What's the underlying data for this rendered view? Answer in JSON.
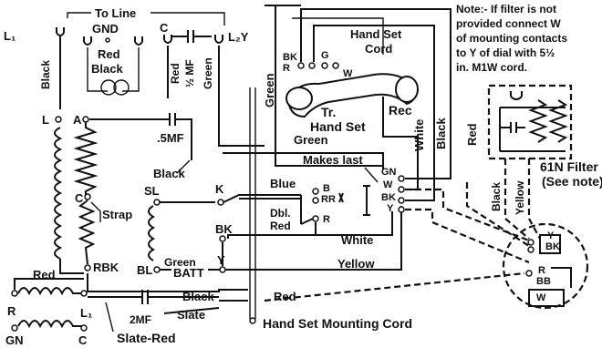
{
  "labels": {
    "to_line": "To Line",
    "gnd": "GND",
    "l1_top": "L₁",
    "l2y": "L₂Y",
    "c_top": "C",
    "red_ringer": "Red",
    "black_ringer": "Black",
    "red_cap": "Red",
    "half_mf": "½ MF",
    "green_cap": "Green",
    "black_left": "Black",
    "l": "L",
    "a": "A",
    "point5mf": ".5MF",
    "black_mid": "Black",
    "c_coil": "C",
    "sl": "SL",
    "strap": "Strap",
    "rbk": "RBK",
    "bl": "BL",
    "green_batt": "Green",
    "batt": "BATT",
    "y_batt": "Y",
    "bk_sw": "BK",
    "k": "K",
    "blue": "Blue",
    "b": "B",
    "rr": "RR",
    "r_sw": "R",
    "dbl_red": "Dbl.\nRed",
    "white_h": "White",
    "yellow_h": "Yellow",
    "red_h": "Red",
    "black_bottom": "Black",
    "slate": "Slate",
    "two_mf": "2MF",
    "slate_red": "Slate-Red",
    "red_bottom_left": "Red",
    "r_bl": "R",
    "l1_bl": "L₁",
    "gn_bl": "GN",
    "c_bl": "C",
    "green_v": "Green",
    "green_mid": "Green",
    "makes_last": "Makes last",
    "gn_sw": "GN",
    "w_sw": "W",
    "bk_sw2": "BK",
    "y_sw": "Y",
    "white_v": "White",
    "black_v": "Black",
    "red_v": "Red",
    "bk_hs": "BK",
    "r_hs": "R",
    "g_hs": "G",
    "w_hs": "W",
    "hand_set_cord": "Hand Set\nCord",
    "tr": "Tr.",
    "hand_set": "Hand Set",
    "rec": "Rec",
    "filter_black": "Black",
    "filter_yellow": "Yellow",
    "filter_name": "61N Filter\n(See note)",
    "dial_y": "Y",
    "dial_bk": "BK",
    "dial_r": "R",
    "dial_bb": "BB",
    "dial_w": "W",
    "hand_set_mounting_cord": "Hand Set Mounting Cord"
  },
  "note": [
    "Note:- If filter is not",
    "provided connect W",
    "of mounting contacts",
    "to Y of dial with 5½",
    "in. M1W cord."
  ]
}
